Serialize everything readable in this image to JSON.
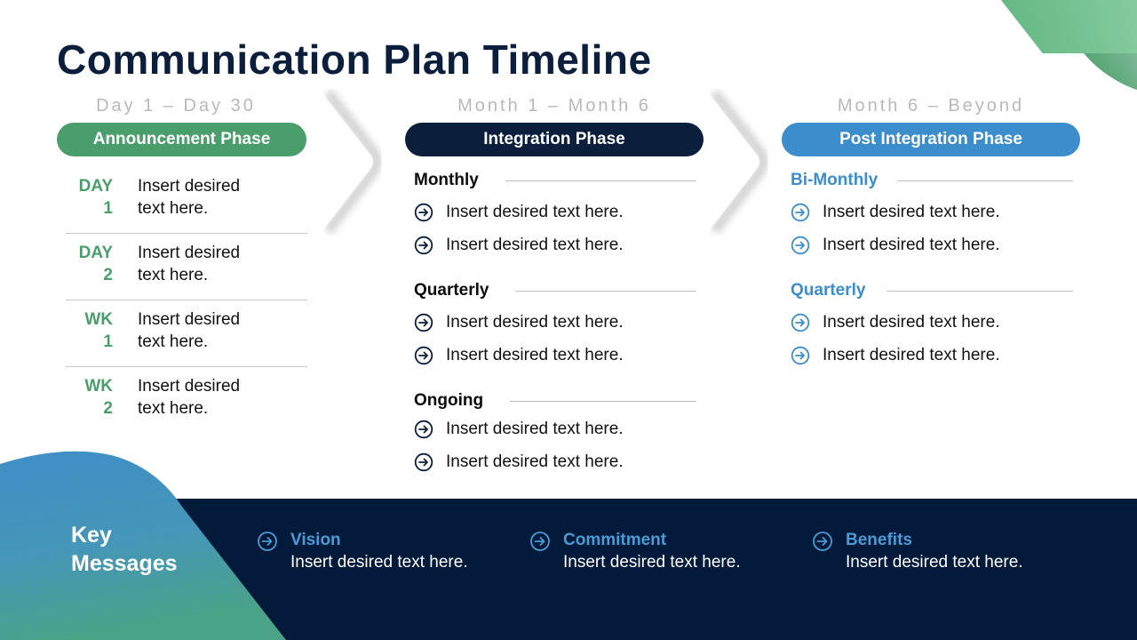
{
  "title": "Communication Plan Timeline",
  "colors": {
    "navy": "#0b1f3d",
    "green": "#4a9e6b",
    "blue": "#3b8ecb",
    "band": "#031a3a",
    "range_gray": "#b9b9b9"
  },
  "phases": [
    {
      "range": "Day 1 – Day 30",
      "label": "Announcement Phase",
      "items": [
        {
          "tag_line1": "DAY",
          "tag_line2": "1",
          "text_line1": "Insert desired",
          "text_line2": "text here."
        },
        {
          "tag_line1": "DAY",
          "tag_line2": "2",
          "text_line1": "Insert desired",
          "text_line2": "text here."
        },
        {
          "tag_line1": "WK",
          "tag_line2": "1",
          "text_line1": "Insert desired",
          "text_line2": "text here."
        },
        {
          "tag_line1": "WK",
          "tag_line2": "2",
          "text_line1": "Insert desired",
          "text_line2": "text here."
        }
      ]
    },
    {
      "range": "Month 1 – Month 6",
      "label": "Integration Phase",
      "groups": [
        {
          "title": "Monthly",
          "bullets": [
            "Insert desired text here.",
            "Insert desired text here."
          ]
        },
        {
          "title": "Quarterly",
          "bullets": [
            "Insert desired text here.",
            "Insert desired text here."
          ]
        },
        {
          "title": "Ongoing",
          "bullets": [
            "Insert desired text here.",
            "Insert desired text here."
          ]
        }
      ]
    },
    {
      "range": "Month 6 – Beyond",
      "label": "Post Integration Phase",
      "groups": [
        {
          "title": "Bi-Monthly",
          "bullets": [
            "Insert desired text here.",
            "Insert desired text here."
          ]
        },
        {
          "title": "Quarterly",
          "bullets": [
            "Insert desired text here.",
            "Insert desired text here."
          ]
        }
      ]
    }
  ],
  "key_messages": {
    "title_line1": "Key",
    "title_line2": "Messages",
    "items": [
      {
        "icon": "arrow-circle-right-icon",
        "title": "Vision",
        "text": "Insert desired text here."
      },
      {
        "icon": "arrow-circle-right-icon",
        "title": "Commitment",
        "text": "Insert desired text here."
      },
      {
        "icon": "arrow-circle-right-icon",
        "title": "Benefits",
        "text": "Insert desired text here."
      }
    ]
  }
}
